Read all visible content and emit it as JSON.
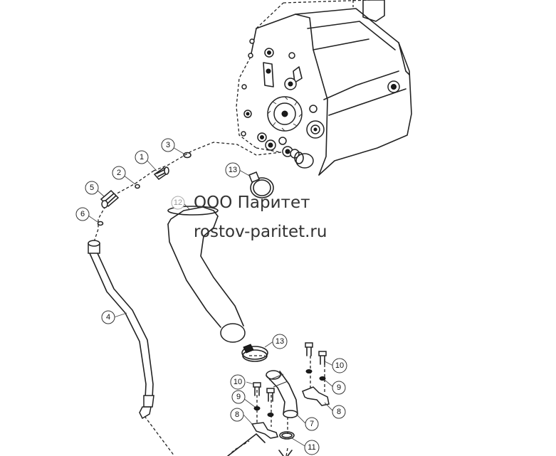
{
  "watermark": {
    "company": "ООО Паритет",
    "website": "rostov-paritet.ru"
  },
  "callouts": [
    {
      "id": "c1",
      "label": "1"
    },
    {
      "id": "c2",
      "label": "2"
    },
    {
      "id": "c3",
      "label": "3"
    },
    {
      "id": "c4",
      "label": "4"
    },
    {
      "id": "c5",
      "label": "5"
    },
    {
      "id": "c6",
      "label": "6"
    },
    {
      "id": "c7",
      "label": "7"
    },
    {
      "id": "c8a",
      "label": "8"
    },
    {
      "id": "c8b",
      "label": "8"
    },
    {
      "id": "c9a",
      "label": "9"
    },
    {
      "id": "c9b",
      "label": "9"
    },
    {
      "id": "c10a",
      "label": "10"
    },
    {
      "id": "c10b",
      "label": "10"
    },
    {
      "id": "c11",
      "label": "11"
    },
    {
      "id": "c12",
      "label": "12"
    },
    {
      "id": "c13a",
      "label": "13"
    },
    {
      "id": "c13b",
      "label": "13"
    }
  ]
}
